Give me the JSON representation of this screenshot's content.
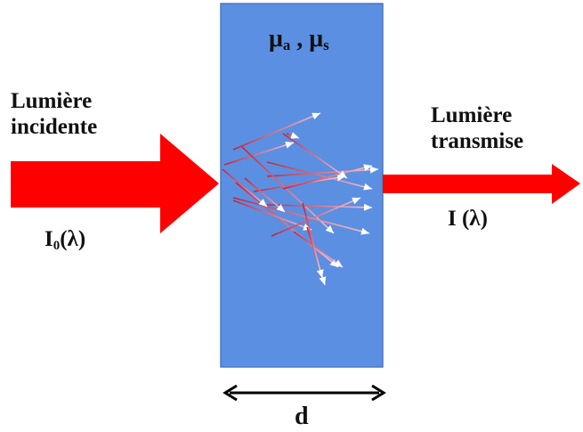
{
  "colors": {
    "slab": "#5b8fe2",
    "slab_border": "#4a78c0",
    "beam": "#ff0000",
    "scatter_dark": "#c8203a",
    "scatter_light": "#f6c8d6",
    "arrow_head": "#ffffff",
    "text": "#111111"
  },
  "labels": {
    "incident_line1": "Lumière",
    "incident_line2": "incidente",
    "transmit_line1": "Lumière",
    "transmit_line2": "transmise",
    "i0_base": "I",
    "i0_sub": "0",
    "i0_suffix": "(λ)",
    "i_transmitted": "I (λ)",
    "mu_a_base": "μ",
    "mu_a_sub": "a",
    "mu_sep": " , ",
    "mu_s_base": "μ",
    "mu_s_sub": "s",
    "thickness": "d"
  },
  "icons": {
    "incident_beam": "thick-red-arrow-right",
    "transmitted_beam": "red-arrow-right",
    "thickness_marker": "double-headed-arrow"
  }
}
